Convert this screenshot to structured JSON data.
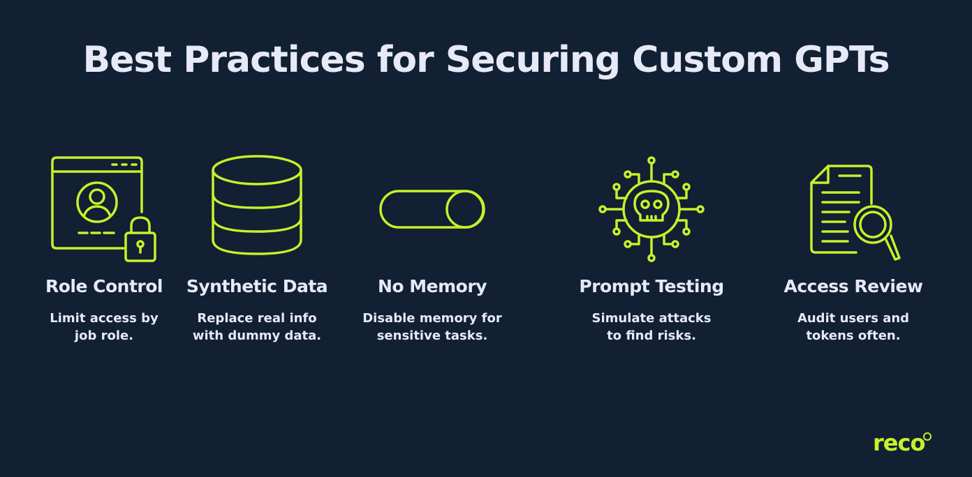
{
  "title": "Best Practices for Securing Custom GPTs",
  "accent_color": "#c8f02a",
  "background_color": "#112033",
  "items": [
    {
      "icon": "browser-user-lock-icon",
      "name": "Role Control",
      "desc": "Limit access by\njob role."
    },
    {
      "icon": "database-icon",
      "name": "Synthetic Data",
      "desc": "Replace real info\nwith dummy data."
    },
    {
      "icon": "toggle-icon",
      "name": "No Memory",
      "desc": "Disable memory for\nsensitive tasks."
    },
    {
      "icon": "skull-circuit-icon",
      "name": "Prompt Testing",
      "desc": "Simulate attacks\nto find risks."
    },
    {
      "icon": "document-magnifier-icon",
      "name": "Access Review",
      "desc": "Audit users and\ntokens often."
    }
  ],
  "logo": "reco"
}
